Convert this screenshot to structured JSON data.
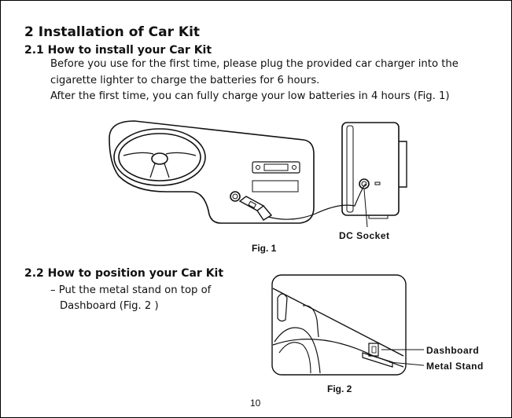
{
  "section": {
    "number": "2",
    "title": "Installation of Car Kit"
  },
  "sub1": {
    "heading": "2.1  How to install your Car Kit",
    "lines": [
      "Before  you use for the first time, please plug the provided car charger into the",
      "cigarette lighter to charge the batteries for 6 hours.",
      "After the first time, you can fully charge your low batteries in 4 hours  (Fig. 1)"
    ]
  },
  "fig1": {
    "label": "DC Socket",
    "caption": "Fig. 1"
  },
  "sub2": {
    "heading": "2.2  How to position your Car Kit",
    "lines": [
      "– Put the metal stand on top of",
      "Dashboard (Fig. 2 )"
    ]
  },
  "fig2": {
    "labels": [
      "Dashboard",
      "Metal Stand"
    ],
    "caption": "Fig. 2"
  },
  "page_number": "10"
}
